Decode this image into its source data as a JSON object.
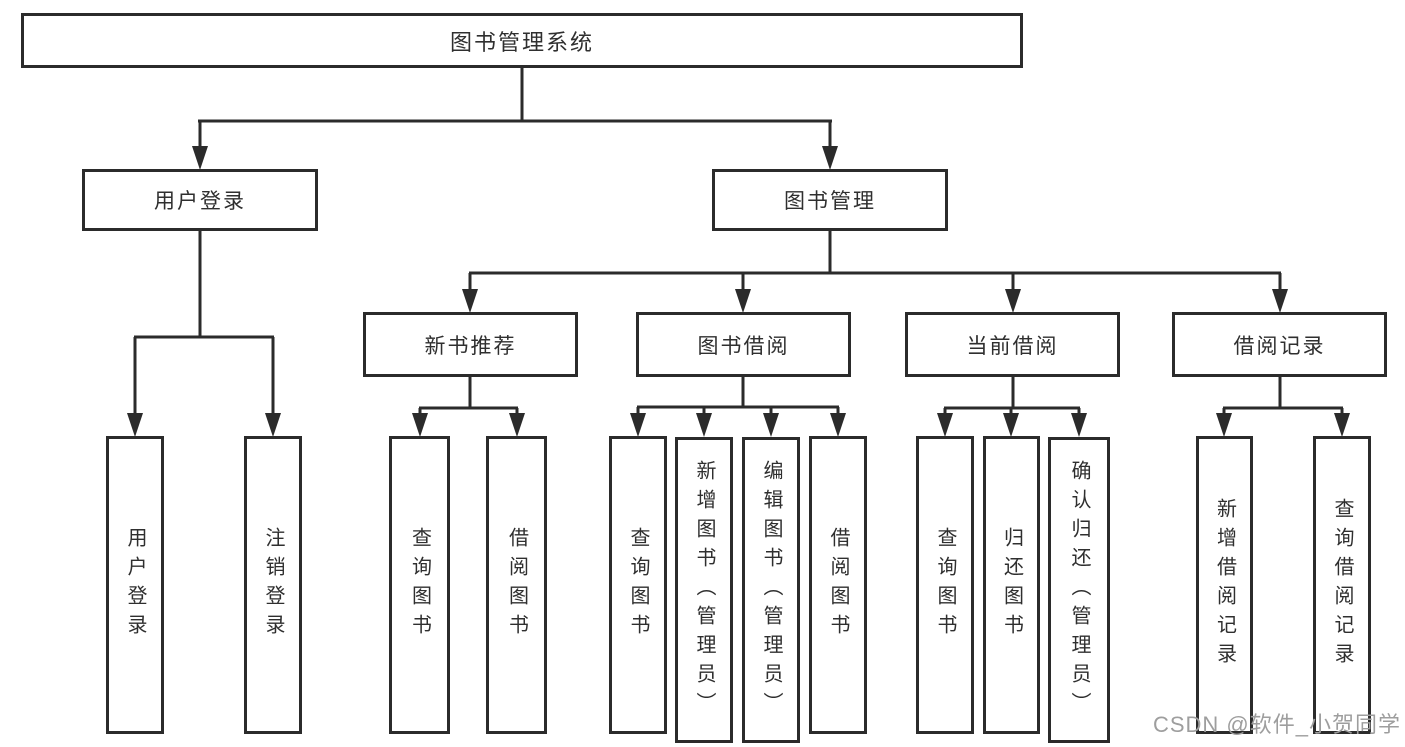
{
  "diagram": {
    "colors": {
      "line": "#2b2b2b",
      "text": "#2f2f2f",
      "bg": "#ffffff",
      "watermark": "#9e9e9e"
    },
    "root": {
      "label": "图书管理系统"
    },
    "login_branch": {
      "label": "用户登录",
      "children": [
        {
          "label": "用户登录"
        },
        {
          "label": "注销登录"
        }
      ]
    },
    "mgmt_branch": {
      "label": "图书管理",
      "groups": [
        {
          "label": "新书推荐",
          "children": [
            {
              "label": "查询图书"
            },
            {
              "label": "借阅图书"
            }
          ]
        },
        {
          "label": "图书借阅",
          "children": [
            {
              "label": "查询图书"
            },
            {
              "label": "新增图书（管理员）"
            },
            {
              "label": "编辑图书（管理员）"
            },
            {
              "label": "借阅图书"
            }
          ]
        },
        {
          "label": "当前借阅",
          "children": [
            {
              "label": "查询图书"
            },
            {
              "label": "归还图书"
            },
            {
              "label": "确认归还（管理员）"
            }
          ]
        },
        {
          "label": "借阅记录",
          "children": [
            {
              "label": "新增借阅记录"
            },
            {
              "label": "查询借阅记录"
            }
          ]
        }
      ]
    },
    "watermark": "CSDN @软件_小贺同学"
  }
}
